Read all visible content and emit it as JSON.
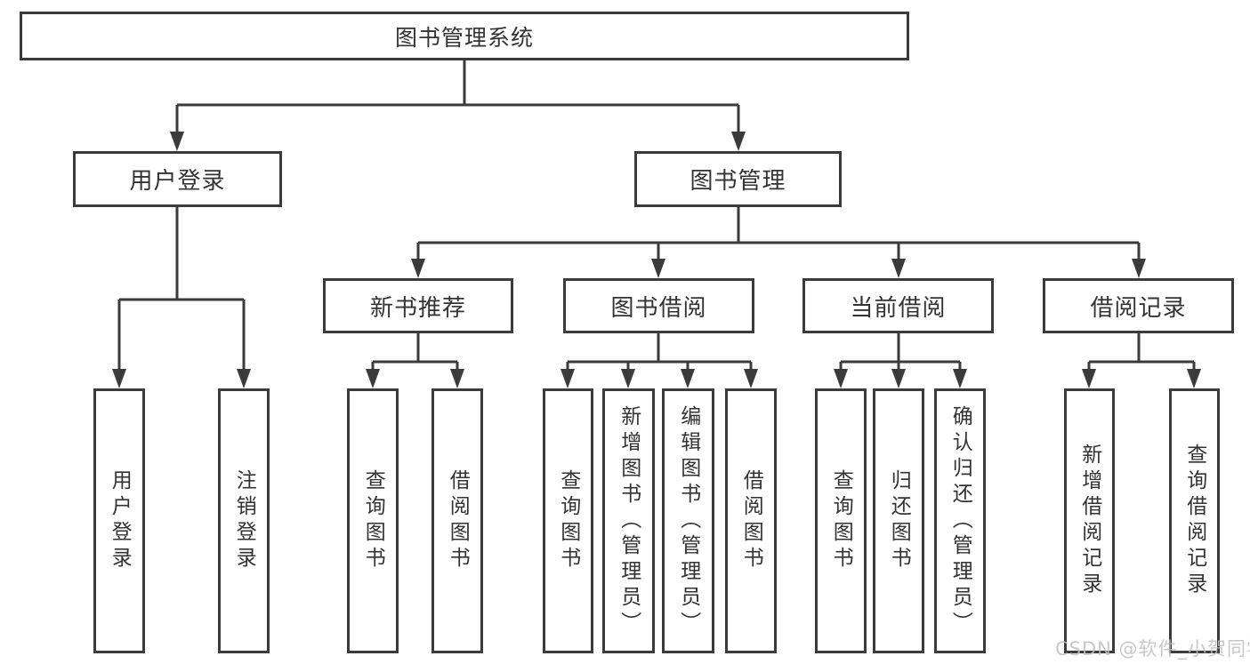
{
  "diagram": {
    "root": {
      "label": "图书管理系统"
    },
    "branches": [
      {
        "label": "用户登录",
        "children": [
          {
            "label": "用户登录"
          },
          {
            "label": "注销登录"
          }
        ]
      },
      {
        "label": "图书管理",
        "children": [
          {
            "label": "新书推荐",
            "children": [
              {
                "label": "查询图书"
              },
              {
                "label": "借阅图书"
              }
            ]
          },
          {
            "label": "图书借阅",
            "children": [
              {
                "label": "查询图书"
              },
              {
                "label": "新增图书（管理员）"
              },
              {
                "label": "编辑图书（管理员）"
              },
              {
                "label": "借阅图书"
              }
            ]
          },
          {
            "label": "当前借阅",
            "children": [
              {
                "label": "查询图书"
              },
              {
                "label": "归还图书"
              },
              {
                "label": "确认归还（管理员）"
              }
            ]
          },
          {
            "label": "借阅记录",
            "children": [
              {
                "label": "新增借阅记录"
              },
              {
                "label": "查询借阅记录"
              }
            ]
          }
        ]
      }
    ]
  },
  "watermark": {
    "text": "CSDN @软件_小贺同学"
  },
  "colors": {
    "line": "#3b3b3b",
    "text": "#333333",
    "background": "#ffffff",
    "watermark": "#bfbfbf"
  }
}
